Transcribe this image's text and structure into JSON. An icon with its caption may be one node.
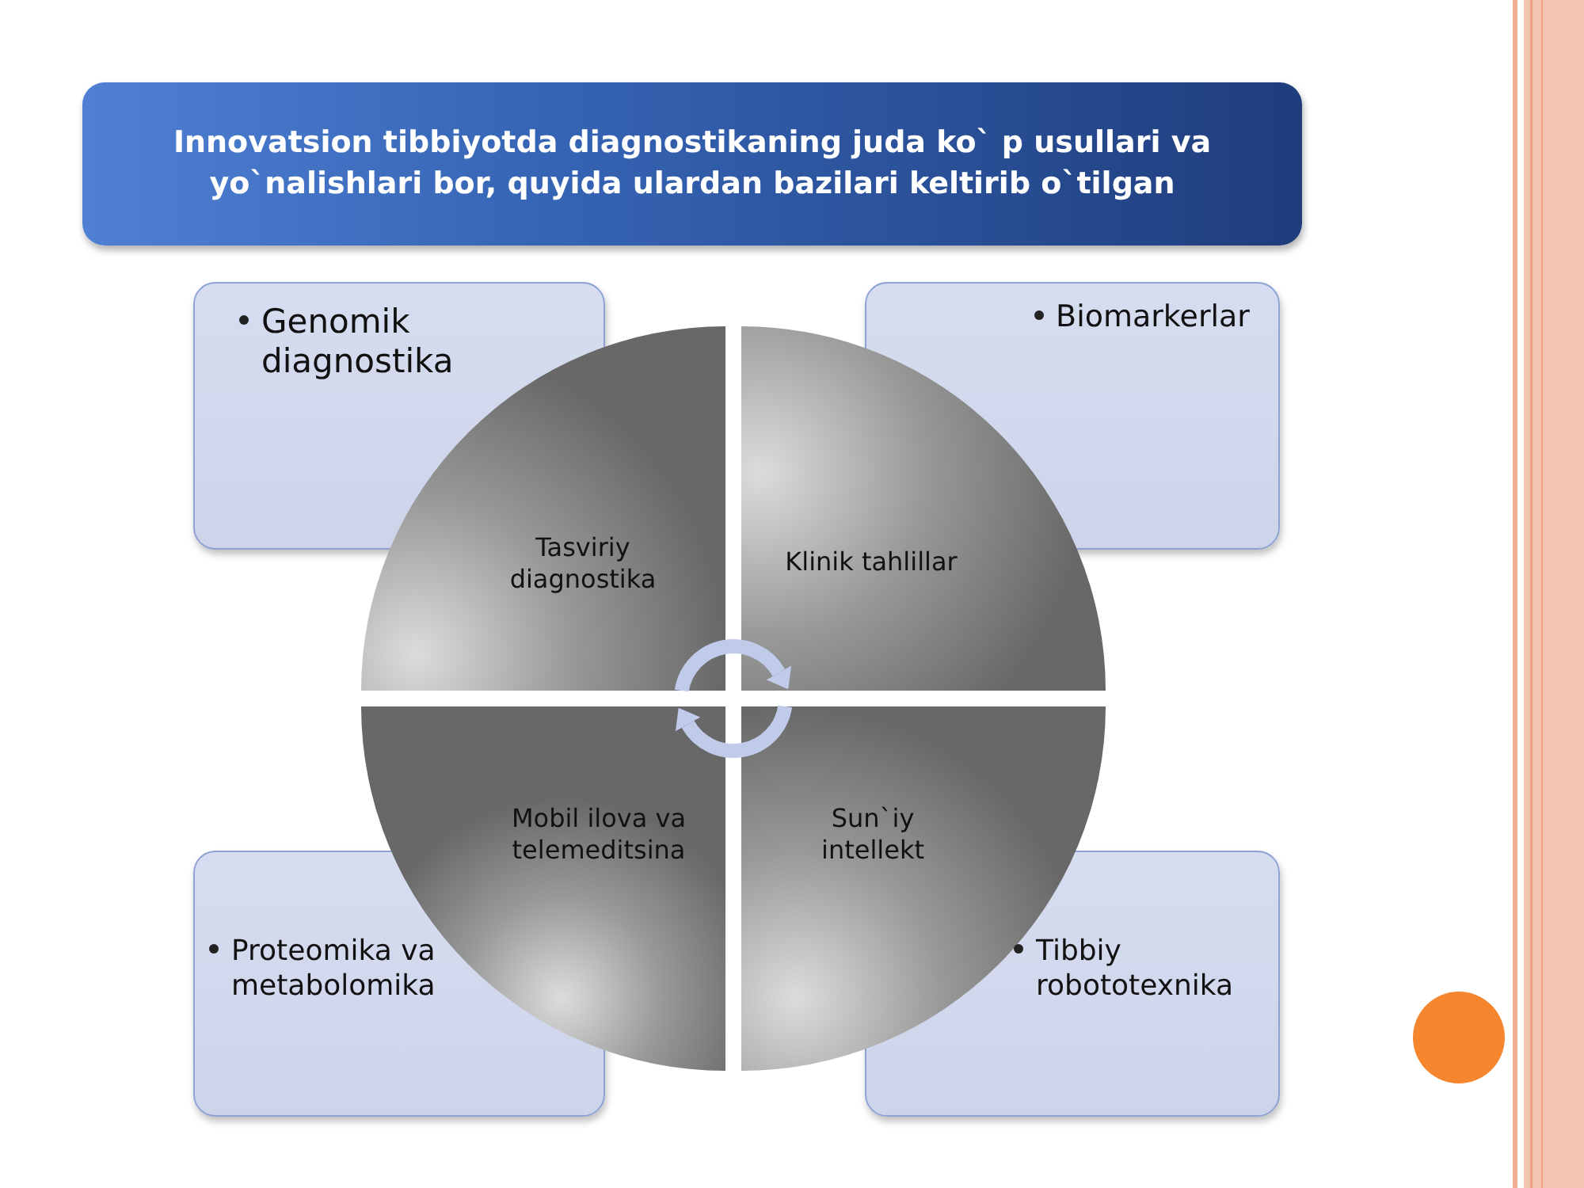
{
  "diagram": {
    "title": "Innovatsion tibbiyotda diagnostikaning juda ko` p usullari va yo`nalishlari bor, quyida ulardan bazilari keltirib o`tilgan",
    "nodes": [
      {
        "text": [
          "Genomik diagnostika"
        ]
      },
      {
        "text": [
          "Biomarkerlar"
        ]
      },
      {
        "text": [
          "Tasviriy diagnostika"
        ]
      },
      {
        "text": [
          "Klinik tahlillar"
        ]
      },
      {
        "text": [
          "Mobil ilova va telemeditsina"
        ]
      },
      {
        "text": [
          "Sun`iy intellekt"
        ]
      },
      {
        "text": [
          "Proteomika va metabolomika"
        ]
      },
      {
        "text": [
          "Tibbiy robototexnika"
        ]
      }
    ],
    "edges": [
      {
        "from": 2,
        "to": 3,
        "arrow": "to"
      },
      {
        "from": 5,
        "to": 4,
        "arrow": "to"
      }
    ]
  }
}
